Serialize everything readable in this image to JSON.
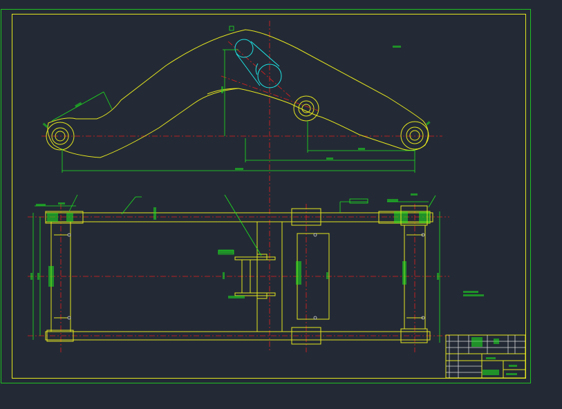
{
  "drawing": {
    "background": "#232a35",
    "colors": {
      "border": "#1ee61e",
      "outline": "#e6e61e",
      "centerline": "#e61e1e",
      "dimension": "#1ee61e",
      "highlight": "#1ee6e6",
      "bolt": "#d8d8d8"
    },
    "icons": {
      "side_view": "rocker-arm-elevation",
      "plan_view": "frame-plan-view",
      "selected_entity": "highlighted-pin-lug"
    }
  }
}
